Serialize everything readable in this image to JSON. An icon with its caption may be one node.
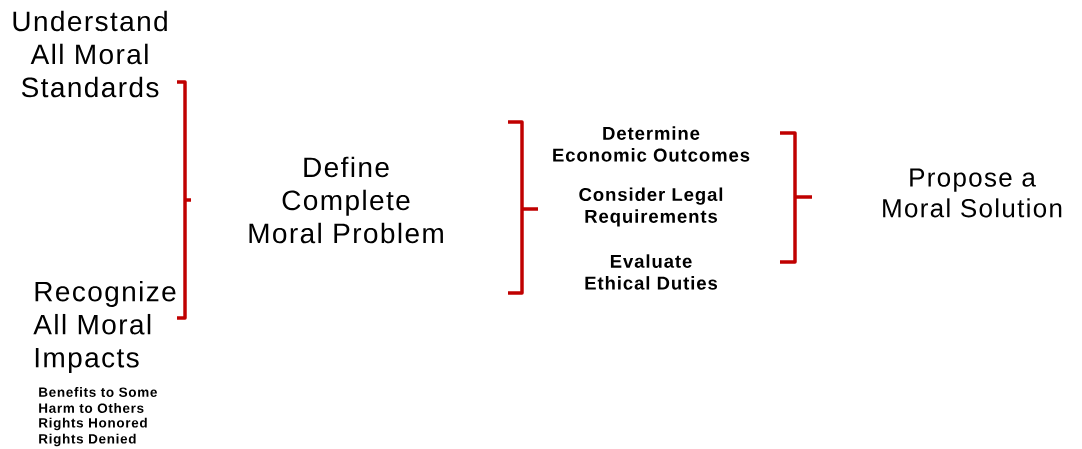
{
  "diagram": {
    "labels": [
      "Understand All Moral Standards",
      "Recognize All Moral Impacts",
      "Benefits to Some",
      "Harm to Others",
      "Rights Honored",
      "Rights Denied",
      "Define Complete Moral Problem",
      "Determine Economic Outcomes",
      "Consider Legal Requirements",
      "Evaluate Ethical Duties",
      "Propose a Moral Solution"
    ]
  }
}
